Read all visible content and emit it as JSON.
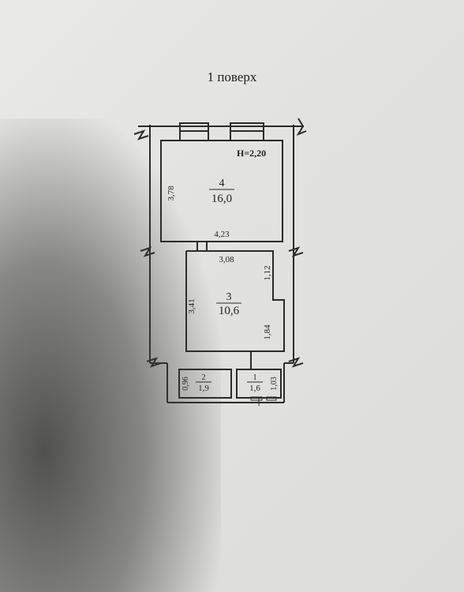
{
  "plan": {
    "title": "1 поверх",
    "height_note": "H=2,20",
    "rooms": [
      {
        "number": "4",
        "area": "16,0"
      },
      {
        "number": "3",
        "area": "10,6"
      },
      {
        "number": "2",
        "area": "1,9"
      },
      {
        "number": "1",
        "area": "1,6"
      }
    ],
    "dimensions": {
      "room4_height": "3,78",
      "room4_width": "4,23",
      "room3_top": "3,08",
      "room3_right_upper": "1,12",
      "room3_left": "3,41",
      "room3_right_lower": "1,84",
      "room2_side": "0,96",
      "room1_side": "1,03"
    },
    "line_color": "#2a2a2a"
  }
}
